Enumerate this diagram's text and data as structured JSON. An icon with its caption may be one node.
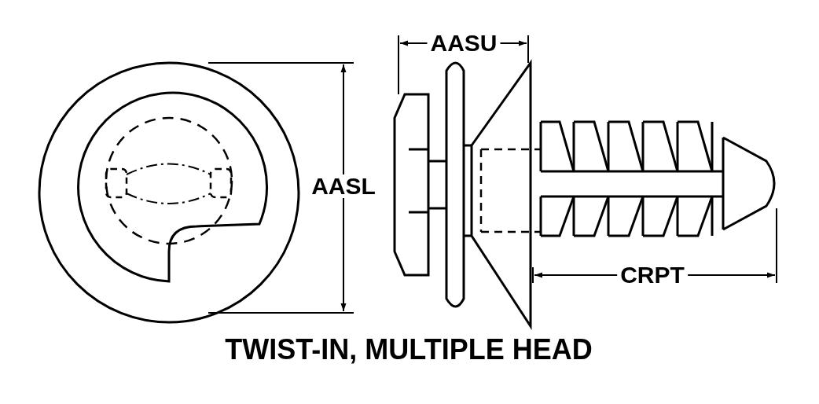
{
  "diagram": {
    "caption": "TWIST-IN, MULTIPLE HEAD",
    "labels": [
      "AASU",
      "AASL",
      "CRPT"
    ]
  }
}
